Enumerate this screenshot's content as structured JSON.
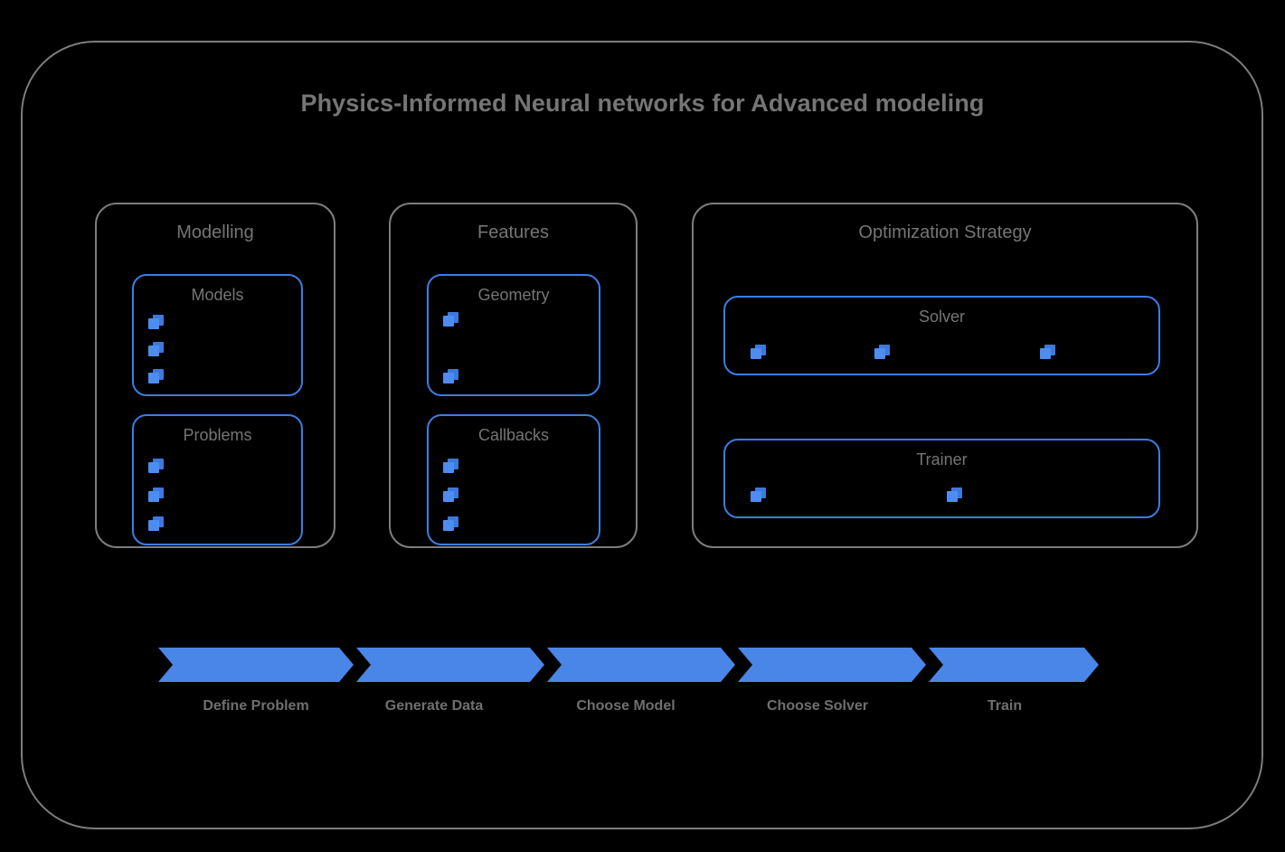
{
  "diagram": {
    "title": "Physics-Informed Neural networks for Advanced modeling",
    "frame_border_color": "#7d7d7d",
    "background_color": "#000000",
    "text_color": "#757575",
    "accent_color": "#4a86e8"
  },
  "groups": [
    {
      "id": "modelling",
      "label": "Modelling",
      "boxes": [
        {
          "id": "models",
          "label": "Models",
          "bullet_count": 3,
          "bullet_layout": "vertical"
        },
        {
          "id": "problems",
          "label": "Problems",
          "bullet_count": 3,
          "bullet_layout": "vertical"
        }
      ]
    },
    {
      "id": "features",
      "label": "Features",
      "boxes": [
        {
          "id": "geometry",
          "label": "Geometry",
          "bullet_count": 2,
          "bullet_layout": "vertical"
        },
        {
          "id": "callbacks",
          "label": "Callbacks",
          "bullet_count": 3,
          "bullet_layout": "vertical"
        }
      ]
    },
    {
      "id": "optimization",
      "label": "Optimization Strategy",
      "boxes": [
        {
          "id": "solver",
          "label": "Solver",
          "bullet_count": 3,
          "bullet_layout": "horizontal"
        },
        {
          "id": "trainer",
          "label": "Trainer",
          "bullet_count": 2,
          "bullet_layout": "horizontal"
        }
      ]
    }
  ],
  "pipeline": {
    "steps": [
      {
        "label": "Define Problem"
      },
      {
        "label": "Generate Data"
      },
      {
        "label": "Choose Model"
      },
      {
        "label": "Choose Solver"
      },
      {
        "label": "Train"
      }
    ],
    "arrow_color": "#4a86e8",
    "label_color": "#6f6f6f"
  }
}
